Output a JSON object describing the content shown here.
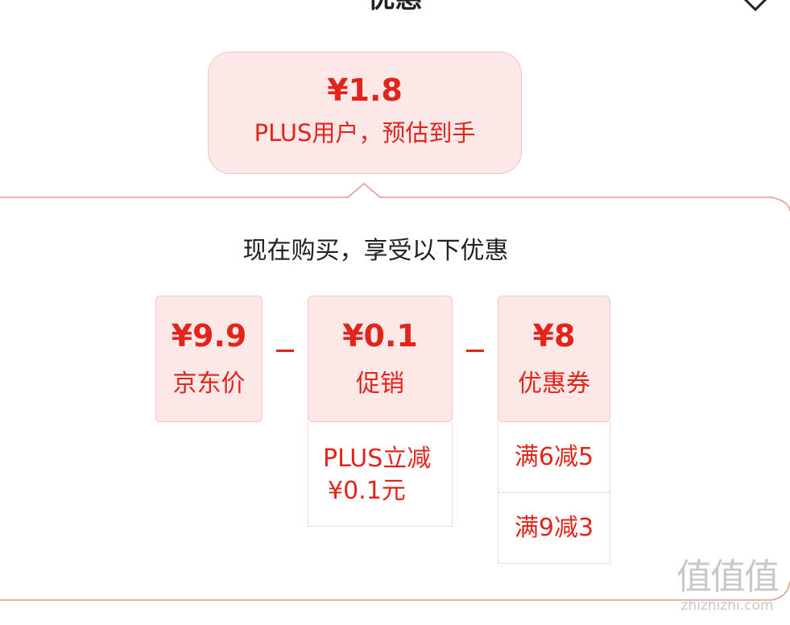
{
  "header": {
    "title": "优惠"
  },
  "summary": {
    "price": "¥1.8",
    "caption": "PLUS用户，预估到手"
  },
  "breakdown": {
    "heading": "现在购买，享受以下优惠",
    "operator": "-",
    "items": [
      {
        "amount": "¥9.9",
        "label": "京东价"
      },
      {
        "amount": "¥0.1",
        "label": "促销",
        "details": [
          "PLUS立减",
          "¥0.1元"
        ]
      },
      {
        "amount": "¥8",
        "label": "优惠券",
        "details": [
          "满6减5",
          "满9减3"
        ]
      }
    ]
  },
  "watermark": {
    "glyphs": "值值值",
    "domain": "zhizhizhi.com"
  },
  "colors": {
    "accent": "#e1251b",
    "card_bg": "#fde8e8",
    "outline": "#e8958f"
  }
}
